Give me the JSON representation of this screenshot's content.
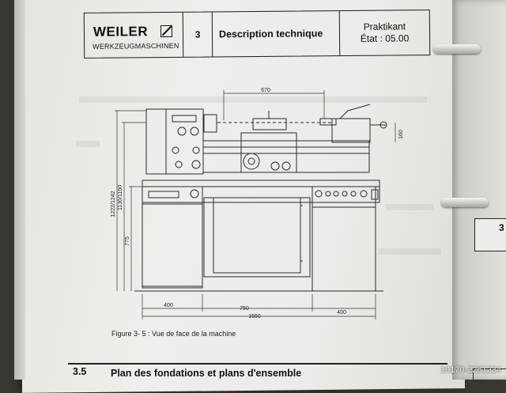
{
  "header": {
    "logo_name": "WEILER",
    "logo_sub": "WERKZEUGMASCHINEN",
    "chapter": "3",
    "title": "Description technique",
    "model": "Praktikant",
    "state": "État : 05.00"
  },
  "drawing": {
    "dim_top_travel": "670",
    "dim_right_height": "160",
    "dim_overall_height": "1222/1242",
    "dim_center_height": "1130/1150",
    "dim_base_height": "775",
    "dim_left_width": "400",
    "dim_mid_width": "750",
    "dim_right_width": "400",
    "dim_total_width": "1550"
  },
  "caption": "Figure 3- 5 : Vue de face de la machine",
  "section": {
    "number": "3.5",
    "title": "Plan des fondations et plans d'ensemble"
  },
  "watermark": "10170-2261234"
}
